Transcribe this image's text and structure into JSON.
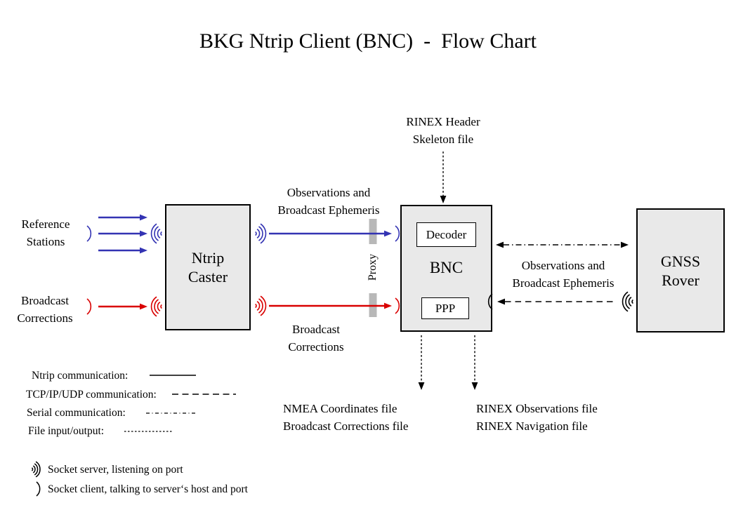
{
  "title": "BKG Ntrip Client (BNC)  -  Flow Chart",
  "boxes": {
    "ntrip_caster": {
      "line1": "Ntrip",
      "line2": "Caster"
    },
    "bnc": {
      "label": "BNC",
      "decoder_label": "Decoder",
      "ppp_label": "PPP"
    },
    "gnss_rover": {
      "line1": "GNSS",
      "line2": "Rover"
    }
  },
  "labels": {
    "reference_stations": {
      "line1": "Reference",
      "line2": "Stations"
    },
    "broadcast_corrections_input": {
      "line1": "Broadcast",
      "line2": "Corrections"
    },
    "observations_mid": {
      "line1": "Observations and",
      "line2": "Broadcast Ephemeris"
    },
    "broadcast_corrections_mid": {
      "line1": "Broadcast",
      "line2": "Corrections"
    },
    "proxy": "Proxy",
    "rinex_header_skeleton": {
      "line1": "RINEX Header",
      "line2": "Skeleton file"
    },
    "observations_rover": {
      "line1": "Observations and",
      "line2": "Broadcast Ephemeris"
    },
    "nmea_output": {
      "line1": "NMEA Coordinates file",
      "line2": "Broadcast Corrections file"
    },
    "rinex_output": {
      "line1": "RINEX Observations file",
      "line2": "RINEX Navigation file"
    }
  },
  "legend": {
    "items": [
      {
        "label": "Ntrip communication:",
        "line_style": "solid"
      },
      {
        "label": "TCP/IP/UDP communication:",
        "line_style": "dashed"
      },
      {
        "label": "Serial communication:",
        "line_style": "dash-dot"
      },
      {
        "label": "File input/output:",
        "line_style": "dotted"
      }
    ],
    "socket_server_label": "Socket server, listening on port",
    "socket_client_label": "Socket client, talking to server‘s host and port"
  },
  "icons": {
    "socket_server": "nested-signal-arcs",
    "socket_client": "single-arc"
  },
  "colors": {
    "ntrip_blue": "#3333b3",
    "corrections_red": "#d90000",
    "box_fill": "#e9e9e9",
    "proxy_bar": "#b8b8b8"
  }
}
